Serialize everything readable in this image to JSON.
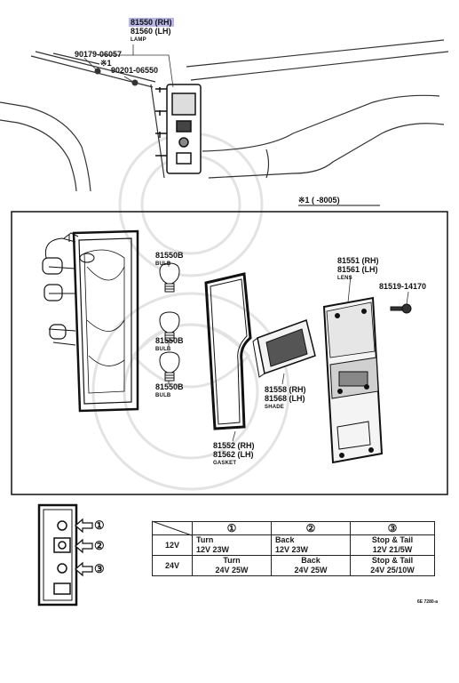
{
  "top_labels": {
    "lamp_rh": "81550 (RH)",
    "lamp_lh": "81560 (LH)",
    "lamp_name": "LAMP",
    "screw1": "90179-06057",
    "note_mark": "※1",
    "screw2": "90201-06550",
    "note": "※1 (      -8005)"
  },
  "parts": {
    "bulb_top": "81550B",
    "bulb_top_name": "BULB",
    "bulb_mid": "81550B",
    "bulb_mid_name": "BULB",
    "bulb_low": "81550B",
    "bulb_low_name": "BULB",
    "lens_rh": "81551 (RH)",
    "lens_lh": "81561 (LH)",
    "lens_name": "LENS",
    "screw": "81519-14170",
    "shade_rh": "81558 (RH)",
    "shade_lh": "81568 (LH)",
    "shade_name": "SHADE",
    "gasket_rh": "81552 (RH)",
    "gasket_lh": "81562 (LH)",
    "gasket_name": "GASKET"
  },
  "legend": {
    "arrow1": "①",
    "arrow2": "②",
    "arrow3": "③"
  },
  "table": {
    "headers": [
      "①",
      "②",
      "③"
    ],
    "rows": [
      {
        "voltage": "12V",
        "c1_name": "Turn",
        "c1_spec": "12V 23W",
        "c2_name": "Back",
        "c2_spec": "12V 23W",
        "c3_name": "Stop & Tail",
        "c3_spec": "12V 21/5W"
      },
      {
        "voltage": "24V",
        "c1_name": "Turn",
        "c1_spec": "24V 25W",
        "c2_name": "Back",
        "c2_spec": "24V 25W",
        "c3_name": "Stop & Tail",
        "c3_spec": "24V 25/10W"
      }
    ]
  },
  "figure_code": "6E 7280-a"
}
